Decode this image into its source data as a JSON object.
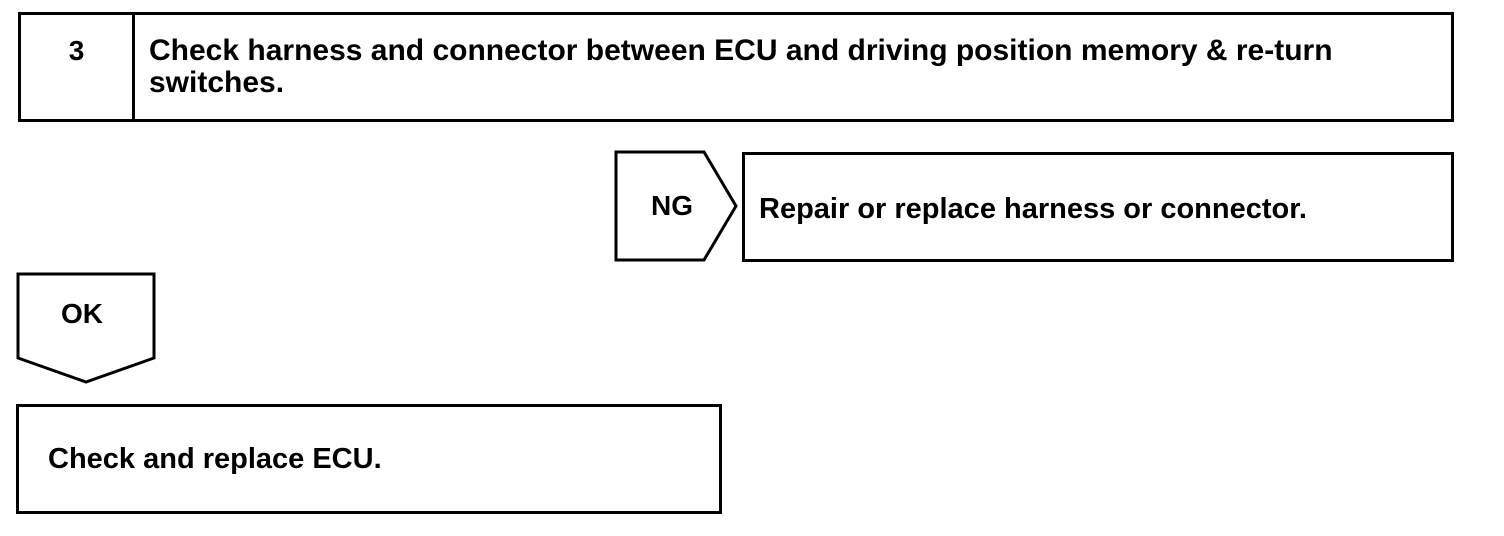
{
  "step": {
    "number": "3",
    "title": "Check harness and connector between ECU and driving position memory & re-turn switches."
  },
  "ng_branch": {
    "label": "NG",
    "result": "Repair or replace harness or connector."
  },
  "ok_branch": {
    "label": "OK",
    "result": "Check and replace ECU."
  }
}
